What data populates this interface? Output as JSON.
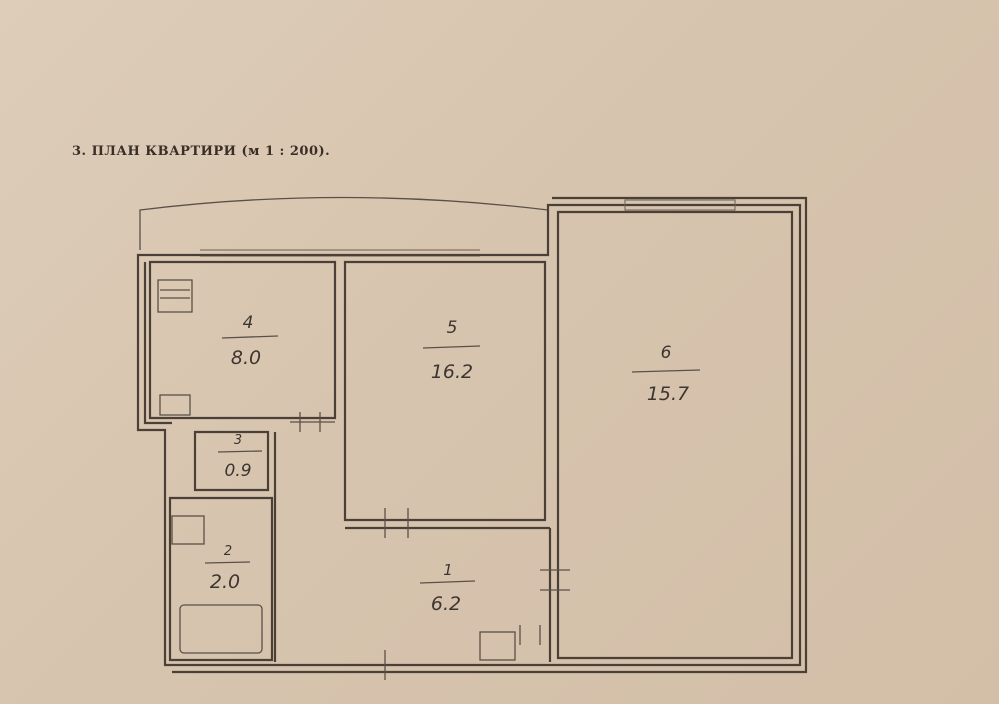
{
  "title": "3. ПЛАН КВАРТИРИ (м 1 : 200).",
  "rooms": [
    {
      "number": "1",
      "area": "6.2"
    },
    {
      "number": "2",
      "area": "2.0"
    },
    {
      "number": "3",
      "area": "0.9"
    },
    {
      "number": "4",
      "area": "8.0"
    },
    {
      "number": "5",
      "area": "16.2"
    },
    {
      "number": "6",
      "area": "15.7"
    }
  ]
}
